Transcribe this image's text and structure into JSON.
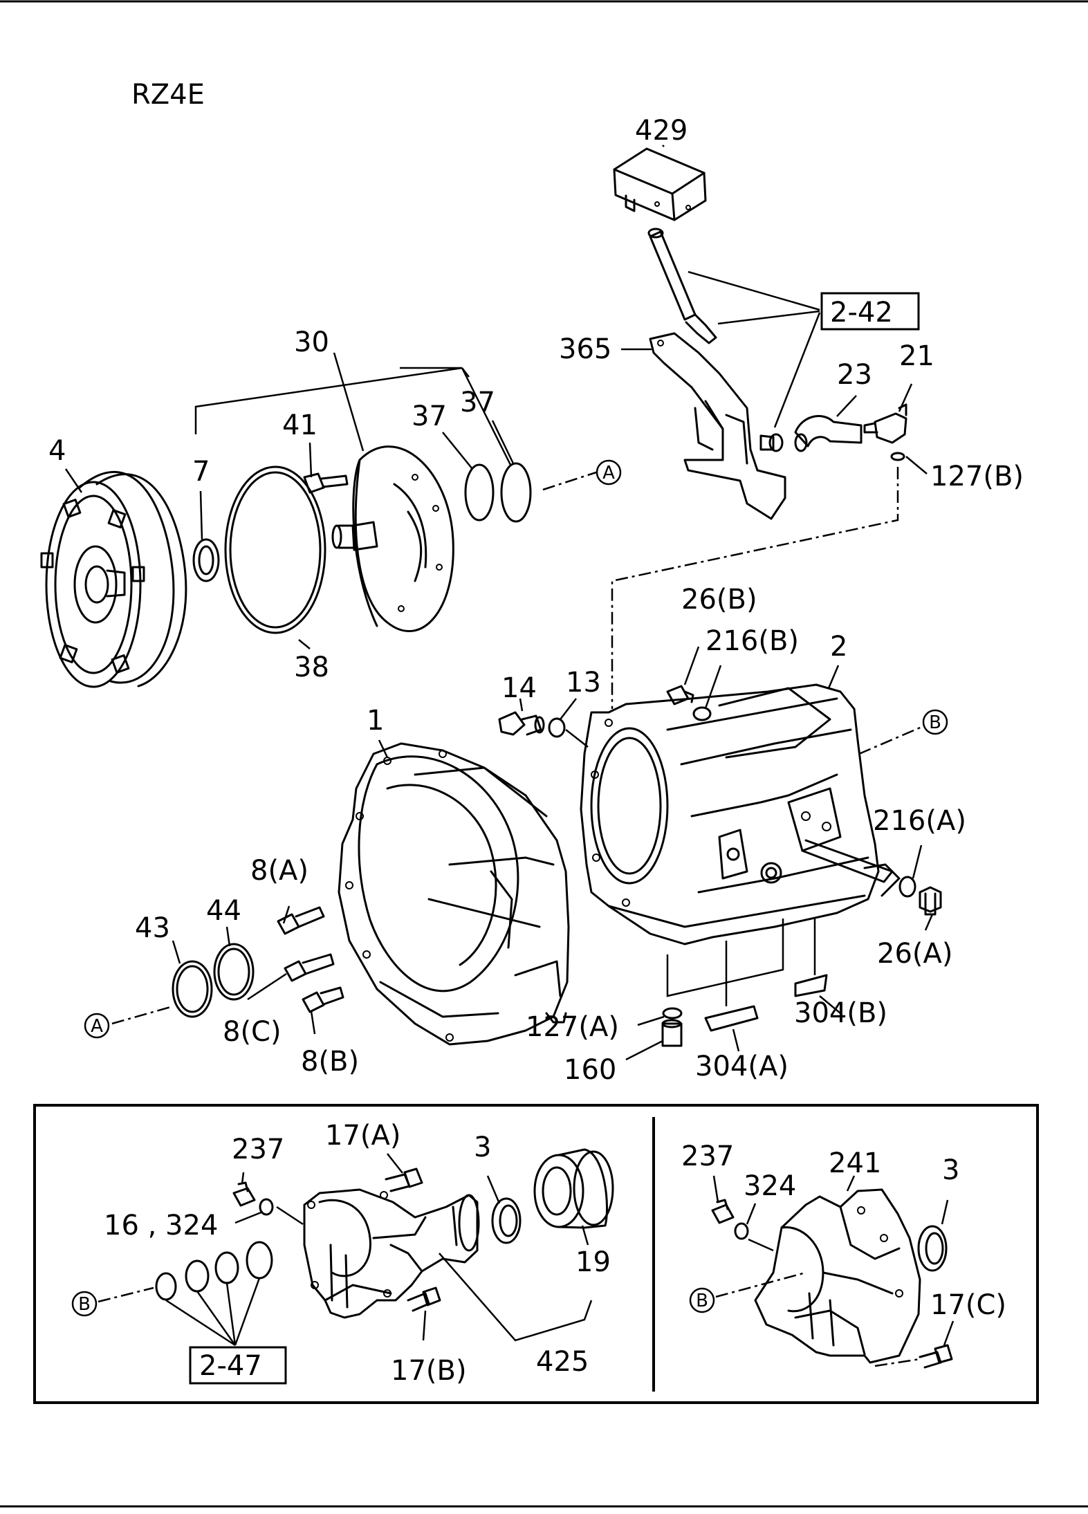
{
  "title": "RZ4E",
  "refs": {
    "a": "A",
    "b": "B"
  },
  "labels": {
    "l429": "429",
    "l2_42": "2-42",
    "l365": "365",
    "l23": "23",
    "l21": "21",
    "l127b": "127(B)",
    "l30": "30",
    "l37a": "37",
    "l37b": "37",
    "l41": "41",
    "l7": "7",
    "l4": "4",
    "l38": "38",
    "l26b": "26(B)",
    "l216b": "216(B)",
    "l2": "2",
    "l14": "14",
    "l13": "13",
    "l1": "1",
    "l216a": "216(A)",
    "l26a": "26(A)",
    "l8a": "8(A)",
    "l44": "44",
    "l43": "43",
    "l8c": "8(C)",
    "l8b": "8(B)",
    "l127a": "127(A)",
    "l304b": "304(B)",
    "l160": "160",
    "l304a": "304(A)",
    "l237a": "237",
    "l17a": "17(A)",
    "l3a": "3",
    "l16_324": "16 , 324",
    "l19": "19",
    "l2_47": "2-47",
    "l425": "425",
    "l17b": "17(B)",
    "l237b": "237",
    "l324": "324",
    "l241": "241",
    "l3b": "3",
    "l17c": "17(C)"
  }
}
